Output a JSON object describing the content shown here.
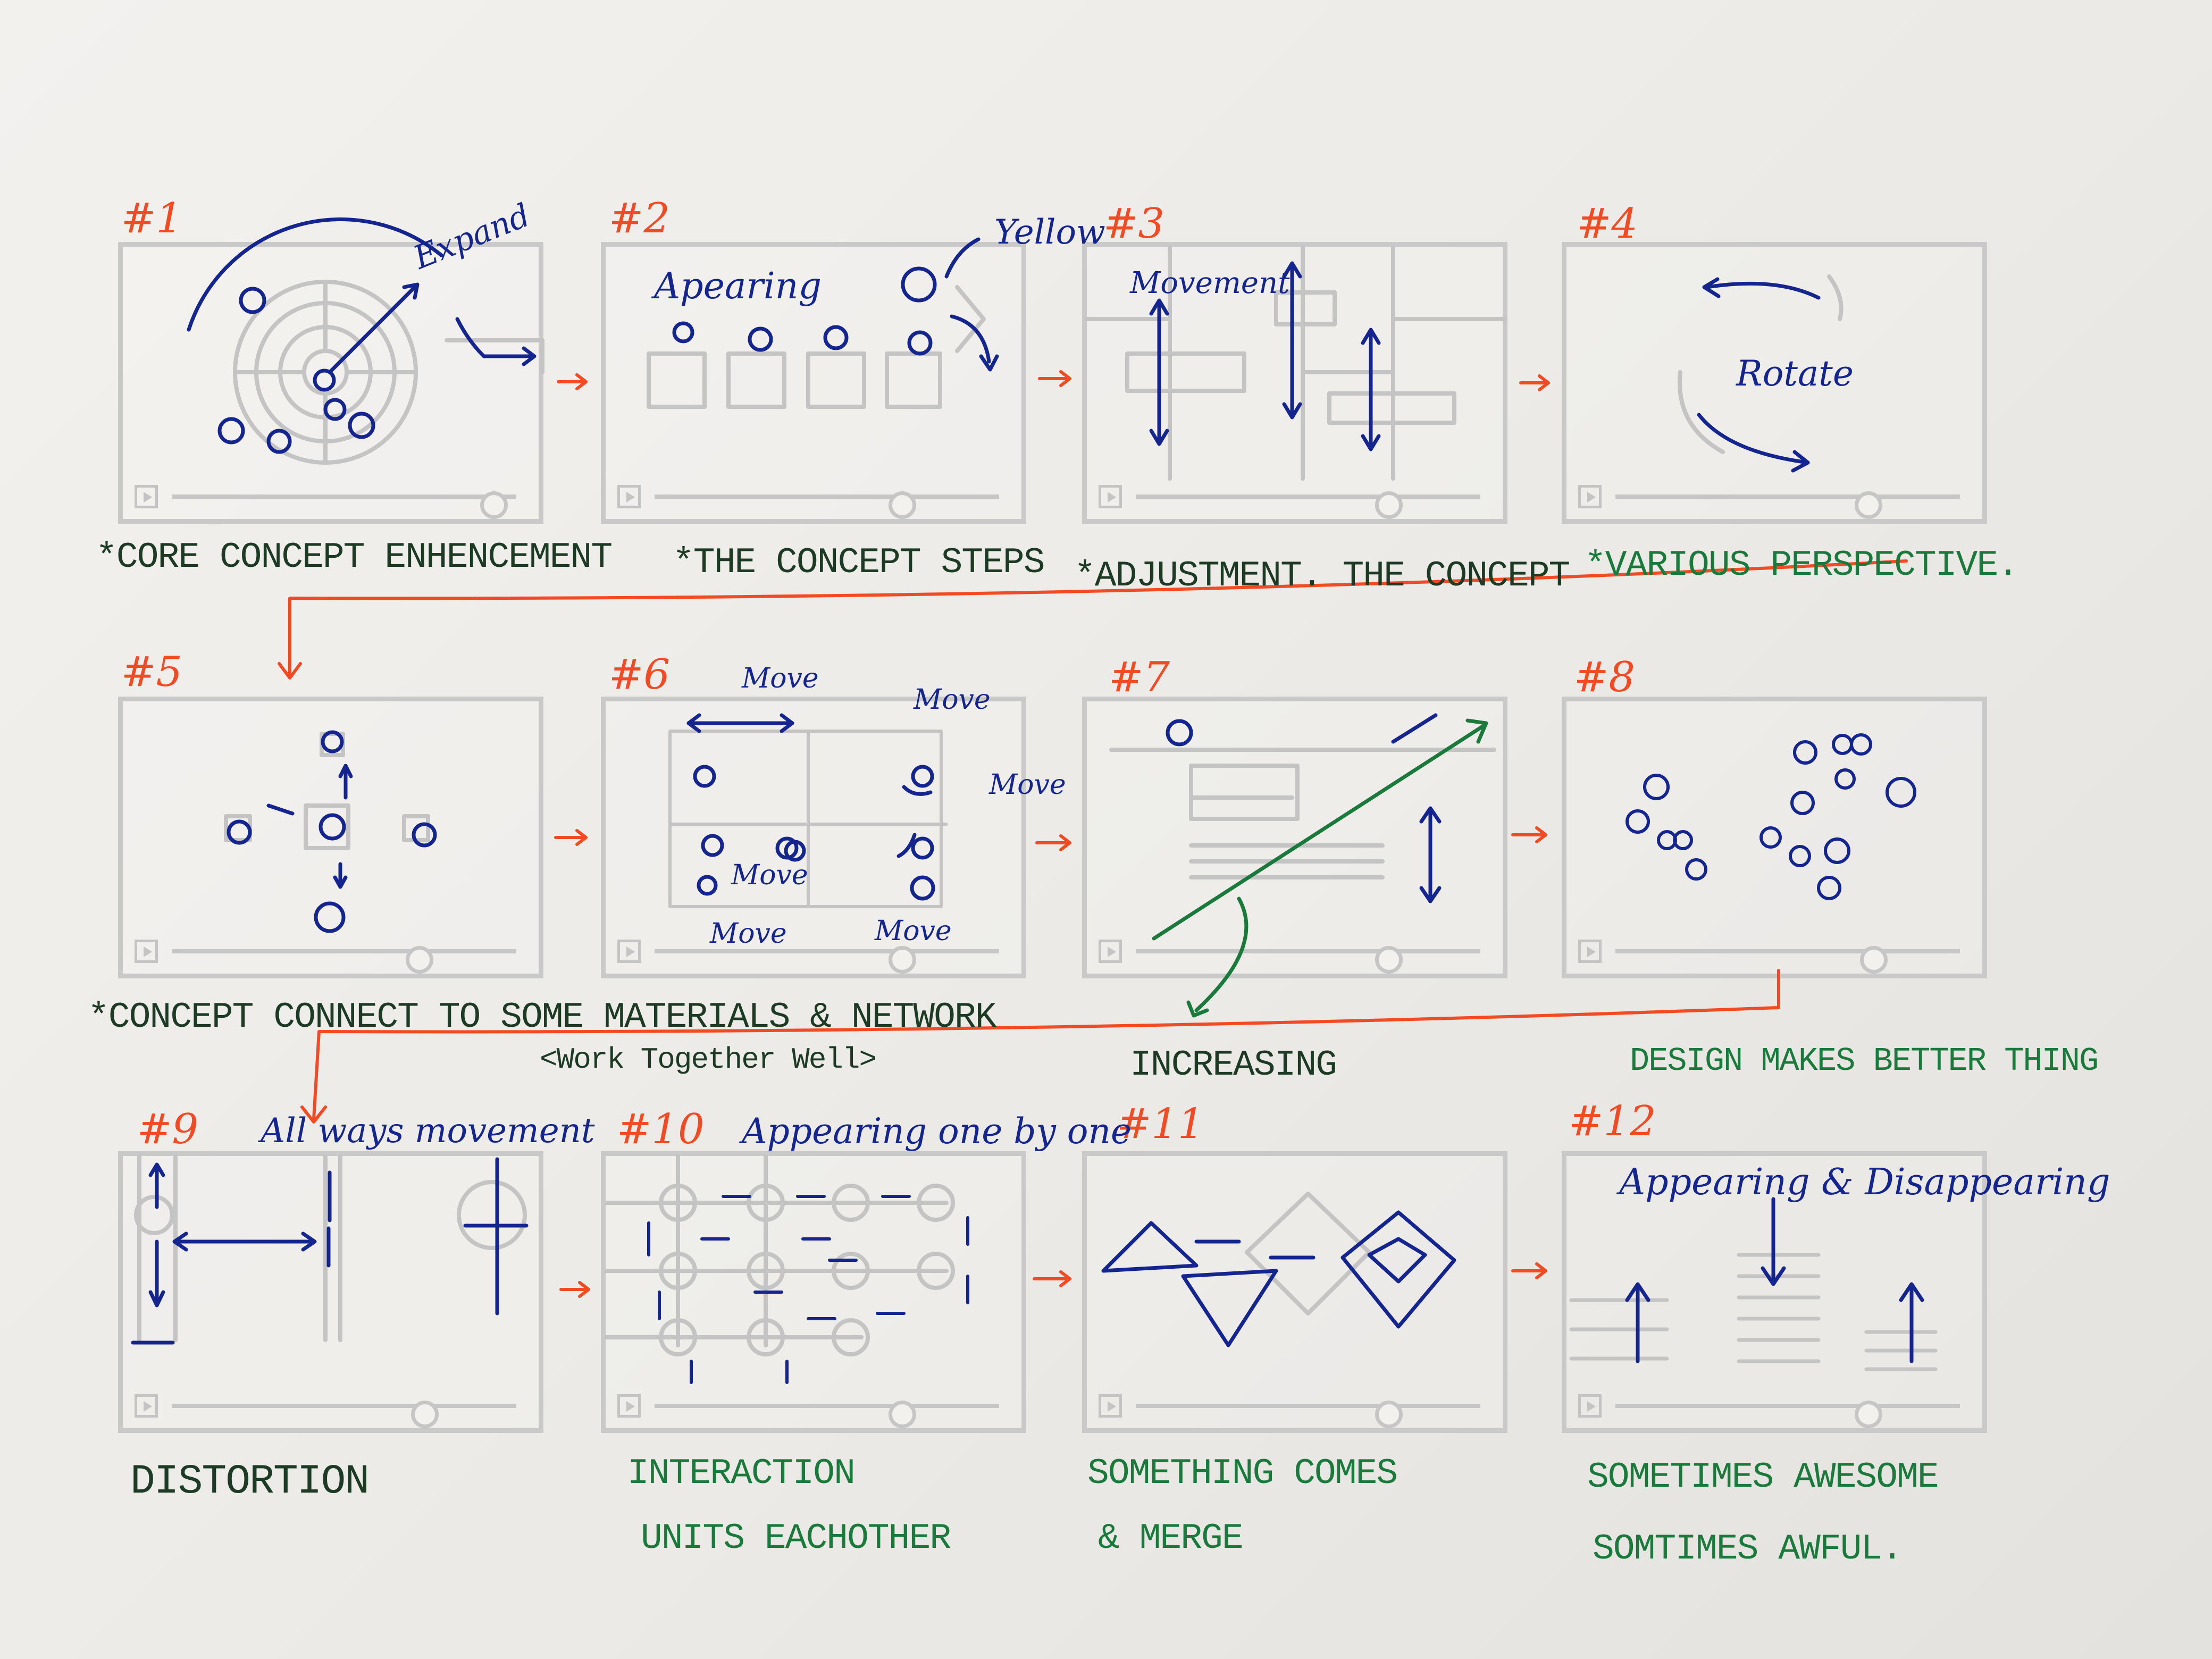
{
  "panel_numbers": [
    "#1",
    "#2",
    "#3",
    "#4",
    "#5",
    "#6",
    "#7",
    "#8",
    "#9",
    "#10",
    "#11",
    "#12"
  ],
  "notes": {
    "p1": "Expand",
    "p2_a": "Apearing",
    "p2_b": "Yellow",
    "p3": "Movement",
    "p4": "Rotate",
    "p6_top": "Move",
    "p6_r1": "Move",
    "p6_r2": "Move",
    "p6_mid": "Move",
    "p6_bot1": "Move",
    "p6_bot2": "Move",
    "p9": "All ways movement",
    "p10": "Appearing one by one",
    "p12": "Appearing & Disappearing"
  },
  "captions": {
    "row1": [
      "*CORE CONCEPT ENHENCEMENT",
      "*THE CONCEPT STEPS",
      "*ADJUSTMENT. THE CONCEPT",
      "*VARIOUS PERSPECTIVE."
    ],
    "row2": [
      "*CONCEPT CONNECT TO SOME MATERIALS & NETWORK",
      "<Work Together Well>",
      "INCREASING",
      "DESIGN MAKES BETTER THING"
    ],
    "row3": [
      "DISTORTION",
      "INTERACTION",
      "UNITS EACHOTHER",
      "SOMETHING COMES",
      "& MERGE",
      "SOMETIMES AWESOME",
      "SOMTIMES AWFUL."
    ]
  },
  "colors": {
    "accent_red": "#f24a23",
    "ink_blue": "#14258f",
    "marker_green": "#1a7a3c",
    "frame_gray": "#c9c9c9"
  }
}
